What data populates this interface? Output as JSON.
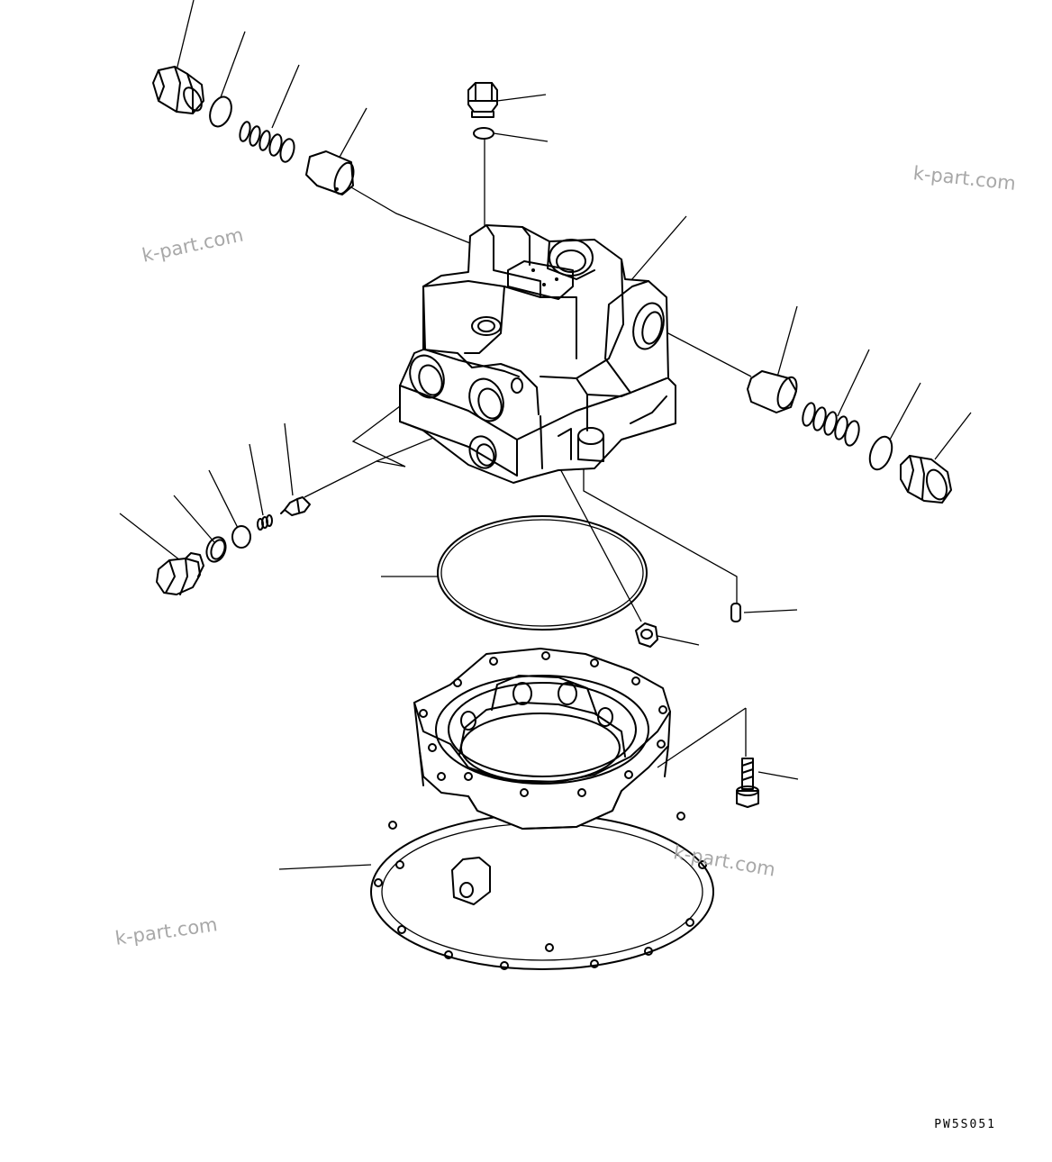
{
  "watermarks": [
    "k-part.com",
    "k-part.com",
    "k-part.com",
    "k-part.com"
  ],
  "drawing_code": "PW5S051"
}
